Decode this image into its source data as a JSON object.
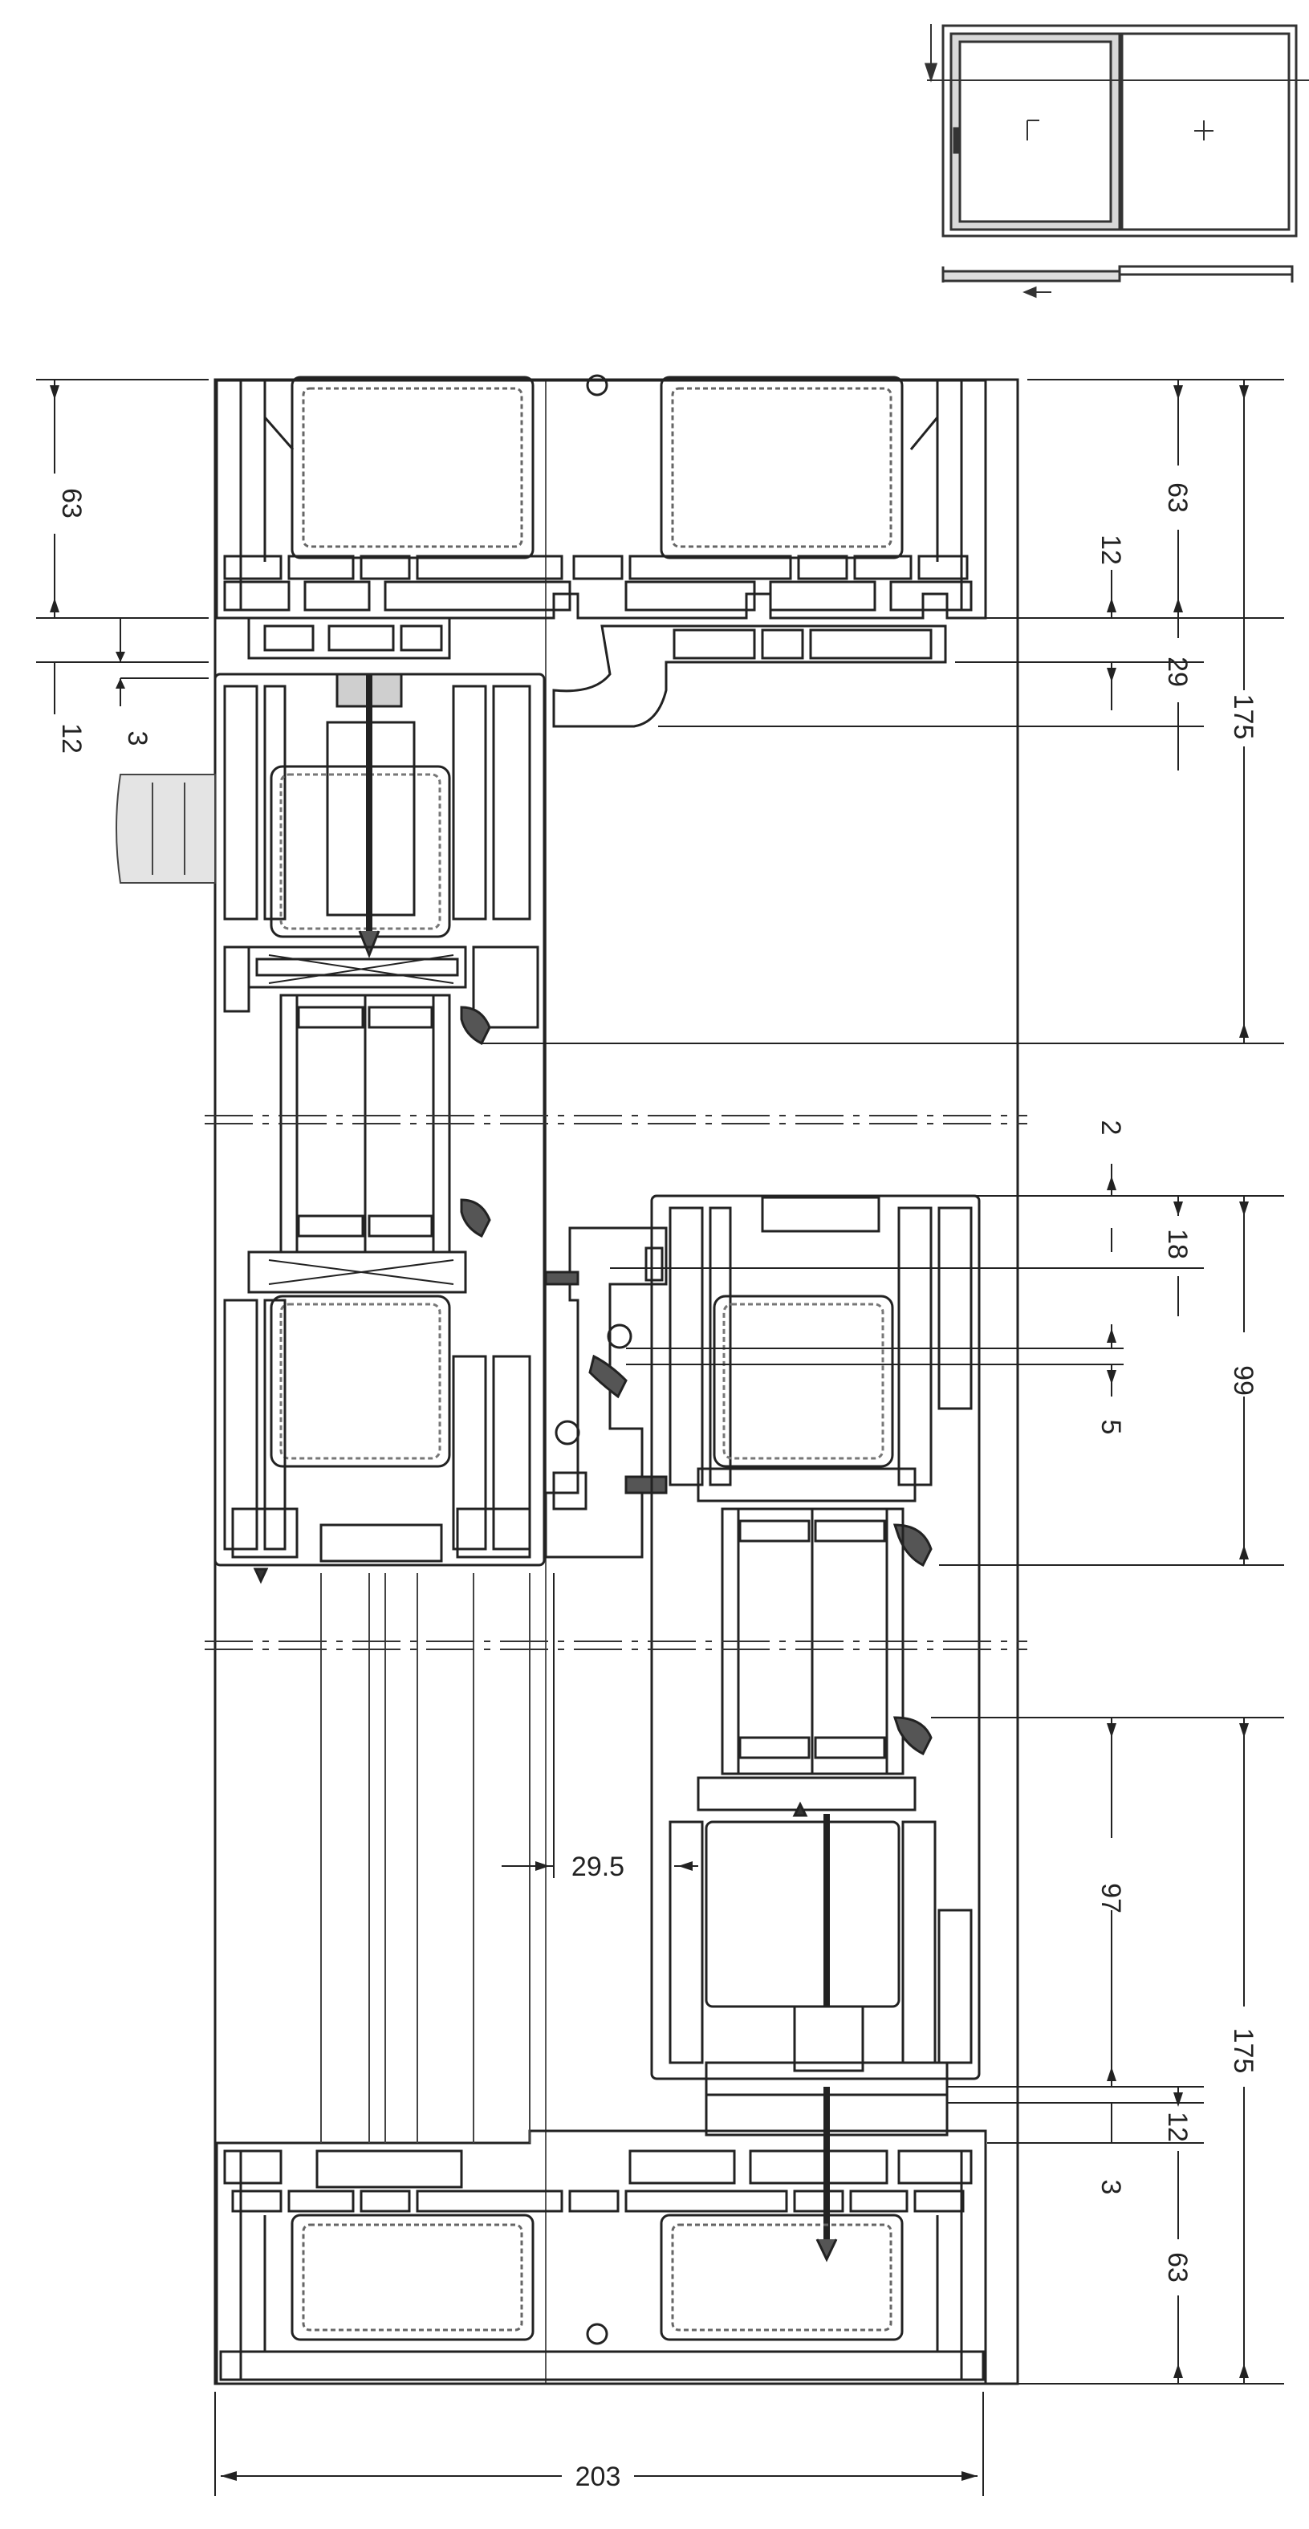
{
  "diagram": {
    "dimensions": {
      "left_top_63": "63",
      "left_12": "12",
      "left_3": "3",
      "right_top_63": "63",
      "right_12a": "12",
      "right_29": "29",
      "right_175_top": "175",
      "right_2": "2",
      "right_18": "18",
      "right_99": "99",
      "right_5": "5",
      "center_29_5": "29.5",
      "right_97": "97",
      "right_175_bottom": "175",
      "right_12b": "12",
      "right_3": "3",
      "right_bottom_63": "63",
      "bottom_203": "203"
    }
  }
}
